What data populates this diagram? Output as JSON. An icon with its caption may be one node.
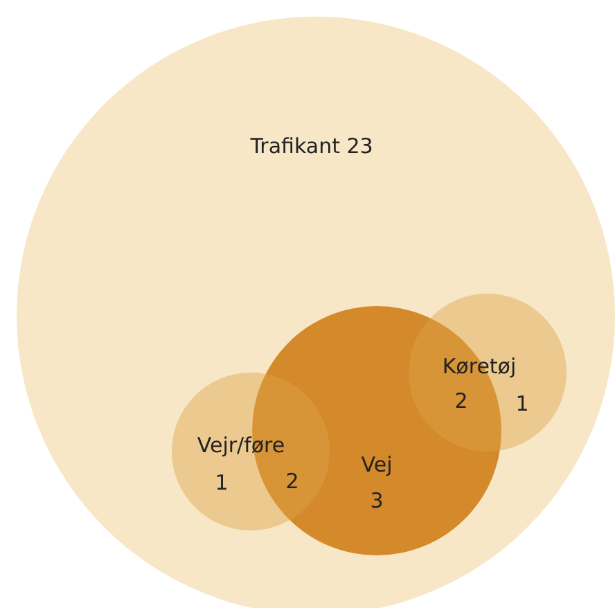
{
  "diagram": {
    "nodes": [
      {
        "text": [
          "Trafikant 23"
        ]
      },
      {
        "text": [
          "Køretøj",
          "1"
        ],
        "in": 0
      },
      {
        "text": [
          "Vejr/føre",
          "1"
        ],
        "in": 0
      },
      {
        "text": [
          "Vej",
          "3"
        ],
        "in": 0
      }
    ],
    "labels": [
      "2",
      "2"
    ]
  }
}
